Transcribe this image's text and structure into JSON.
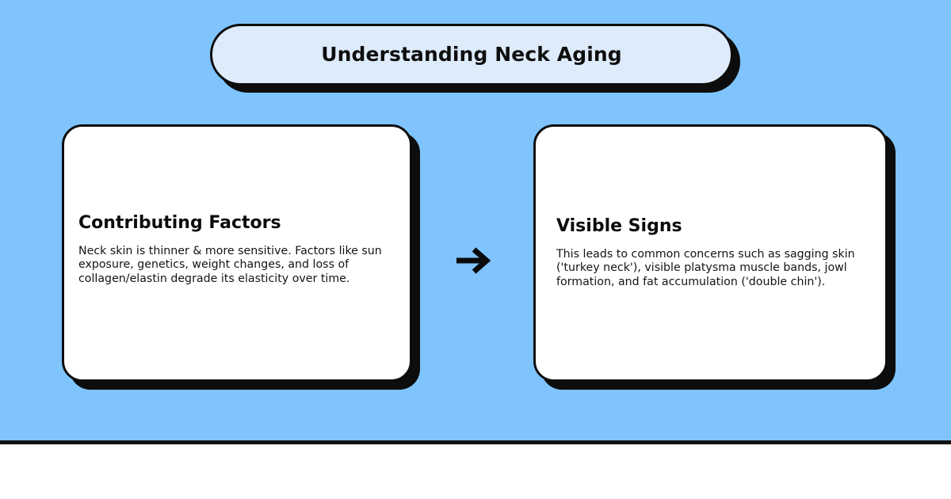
{
  "canvas": {
    "background_color": "#7fc4fd",
    "divider_color": "#111111",
    "footer_background": "#ffffff"
  },
  "title": {
    "text": "Understanding Neck Aging",
    "fill_color": "#ddebfb",
    "border_color": "#0d0d0d",
    "shadow_color": "#0d0d0d"
  },
  "cards": [
    {
      "id": "contributing-factors",
      "heading": "Contributing Factors",
      "body": "Neck skin is thinner & more sensitive. Factors like sun exposure, genetics, weight changes, and loss of collagen/elastin degrade its elasticity over time.",
      "fill_color": "#ffffff",
      "border_color": "#0d0d0d"
    },
    {
      "id": "visible-signs",
      "heading": "Visible Signs",
      "body": "This leads to common concerns such as sagging skin ('turkey neck'), visible platysma muscle bands, jowl formation, and fat accumulation ('double chin').",
      "fill_color": "#ffffff",
      "border_color": "#0d0d0d"
    }
  ],
  "connector": {
    "icon": "arrow-right-icon",
    "direction": "right",
    "color": "#0b0b0b"
  }
}
